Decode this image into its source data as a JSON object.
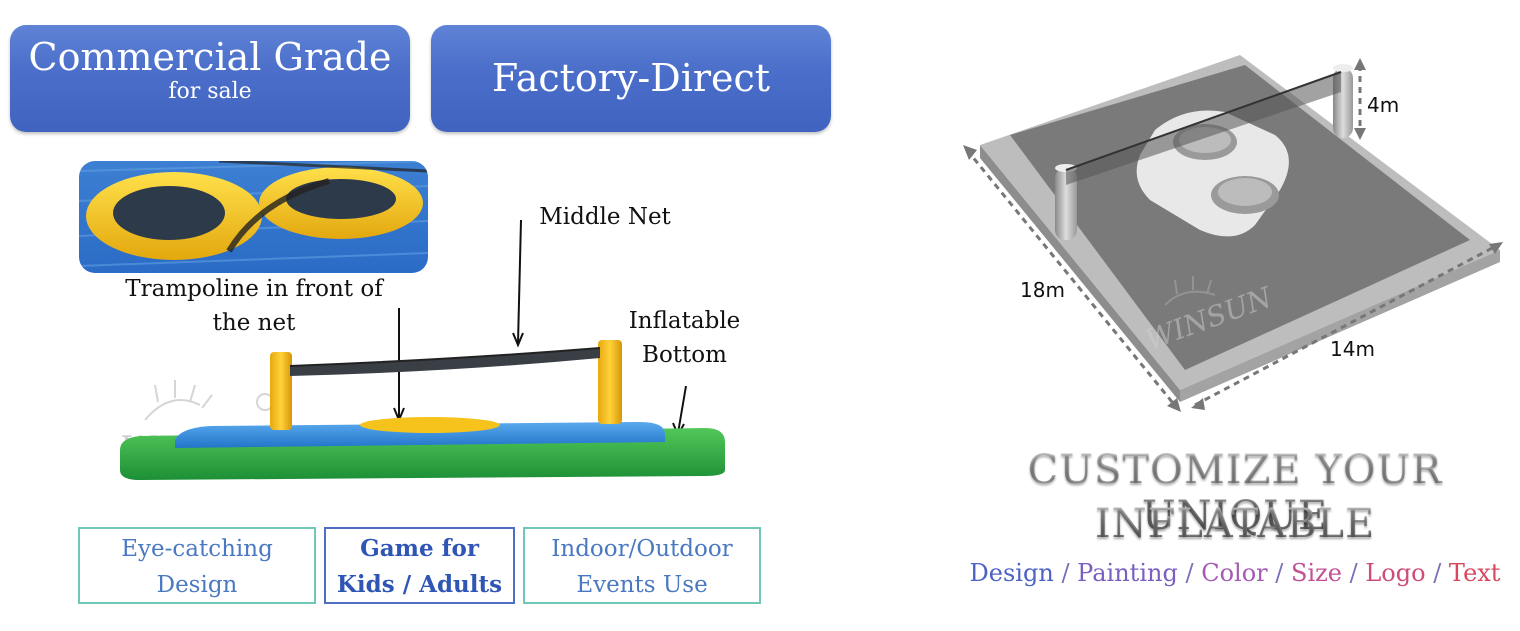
{
  "banners": {
    "commercial_title": "Commercial Grade",
    "commercial_sub": "for sale",
    "factory": "Factory-Direct"
  },
  "callouts": {
    "trampoline": "Trampoline in front of the net",
    "middle_net": "Middle Net",
    "inflatable_bottom": "Inflatable Bottom"
  },
  "features": [
    {
      "line1": "Eye-catching",
      "line2": "Design"
    },
    {
      "line1": "Game for",
      "line2": "Kids / Adults"
    },
    {
      "line1": "Indoor/Outdoor",
      "line2": "Events Use"
    }
  ],
  "diagram": {
    "height_label": "4m",
    "length_label": "18m",
    "width_label": "14m"
  },
  "customize": {
    "line1": "CUSTOMIZE YOUR UNIQUE",
    "line2": "INFLATABLE",
    "options": [
      {
        "text": "Design",
        "color": "#4d63c4"
      },
      {
        "text": "Painting",
        "color": "#7a5fc0"
      },
      {
        "text": "Color",
        "color": "#a55bb3"
      },
      {
        "text": "Size",
        "color": "#c15196"
      },
      {
        "text": "Logo",
        "color": "#cf4c79"
      },
      {
        "text": "Text",
        "color": "#d9475e"
      }
    ],
    "separator": "/"
  },
  "colors": {
    "banner_blue": "#4a6ec9",
    "pad_blue": "#2f8fdf",
    "base_green": "#27a84a",
    "yellow": "#f6c31d",
    "teal_border": "#6fc7b6"
  }
}
